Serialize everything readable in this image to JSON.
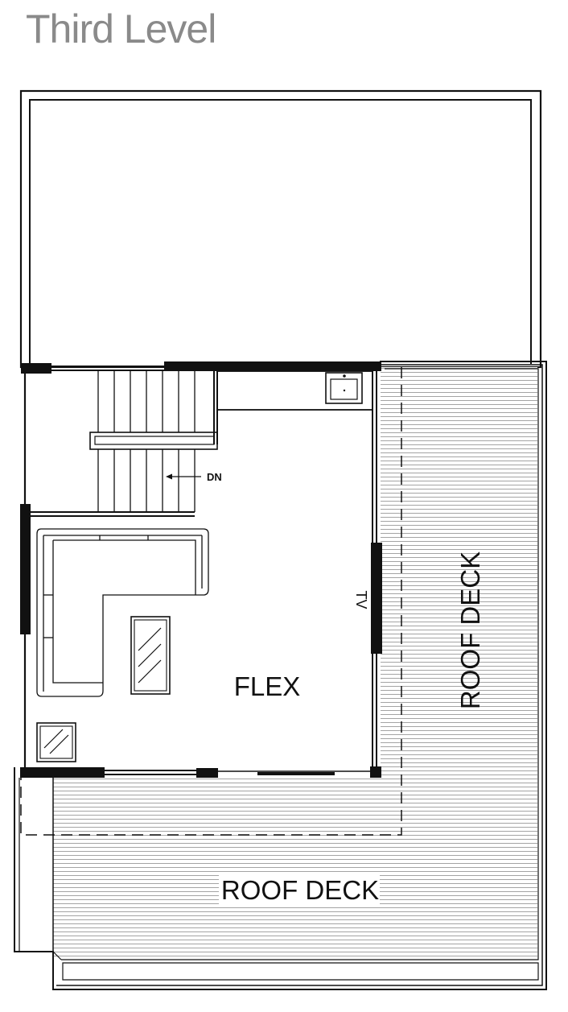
{
  "page_title": "Third Level",
  "rooms": {
    "flex": "FLEX",
    "roof_deck_side": "ROOF DECK",
    "roof_deck_bottom": "ROOF DECK"
  },
  "annotations": {
    "stair_dn": "DN",
    "tv": "TV"
  },
  "colors": {
    "line": "#111111",
    "title": "#8a8a8a",
    "deck_lines": "#9a9a9a"
  }
}
